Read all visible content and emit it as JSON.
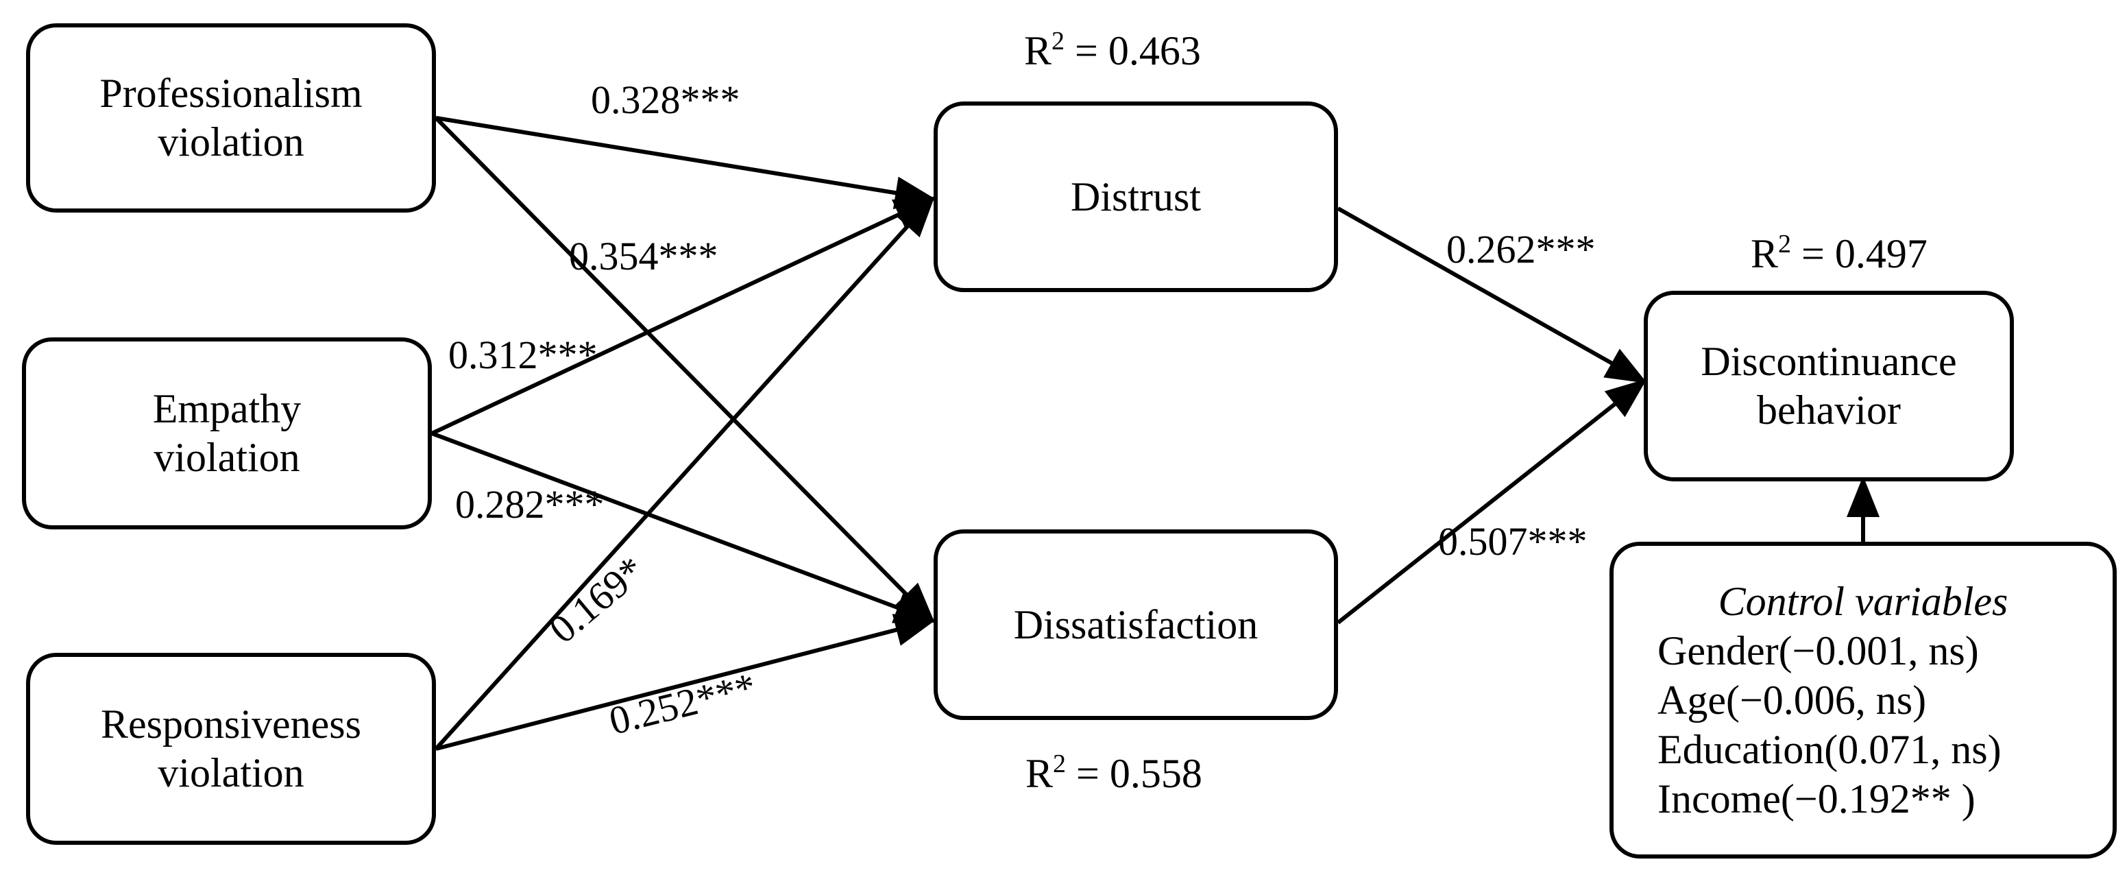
{
  "nodes": {
    "professionalism": {
      "line1": "Professionalism",
      "line2": "violation"
    },
    "empathy": {
      "line1": "Empathy",
      "line2": "violation"
    },
    "responsiveness": {
      "line1": "Responsiveness",
      "line2": "violation"
    },
    "distrust": {
      "label": "Distrust"
    },
    "dissatisfaction": {
      "label": "Dissatisfaction"
    },
    "discontinuance": {
      "line1": "Discontinuance",
      "line2": "behavior"
    }
  },
  "controls": {
    "title": "Control variables",
    "items": [
      "Gender(−0.001, ns)",
      "Age(−0.006, ns)",
      "Education(0.071, ns)",
      "Income(−0.192** )"
    ]
  },
  "r2": {
    "distrust": {
      "prefix": "R",
      "sup": "2",
      "value": " = 0.463"
    },
    "dissatisfaction": {
      "prefix": "R",
      "sup": "2",
      "value": " = 0.558"
    },
    "discontinuance": {
      "prefix": "R",
      "sup": "2",
      "value": " = 0.497"
    }
  },
  "paths": {
    "prof_distrust": "0.328***",
    "prof_dissat": "0.354***",
    "emp_distrust": "0.312***",
    "emp_dissat": "0.282***",
    "resp_distrust": "0.169*",
    "resp_dissat": "0.252***",
    "distrust_disc": "0.262***",
    "dissat_disc": "0.507***"
  }
}
